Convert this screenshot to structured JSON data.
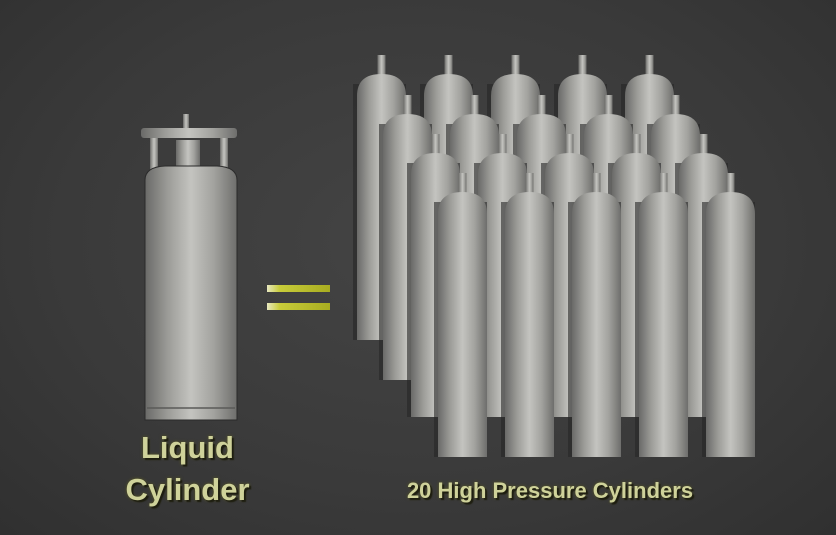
{
  "left_label": {
    "line1": "Liquid",
    "line2": "Cylinder"
  },
  "right_label": "20 High Pressure Cylinders",
  "equals_icon": "equals-sign",
  "grid": {
    "rows": 4,
    "cols": 5,
    "count": 20
  },
  "colors": {
    "background": "#3a3a3a",
    "cylinder": "#a9a9a5",
    "text": "#cfd29a",
    "equals": "#c8cc3a"
  }
}
